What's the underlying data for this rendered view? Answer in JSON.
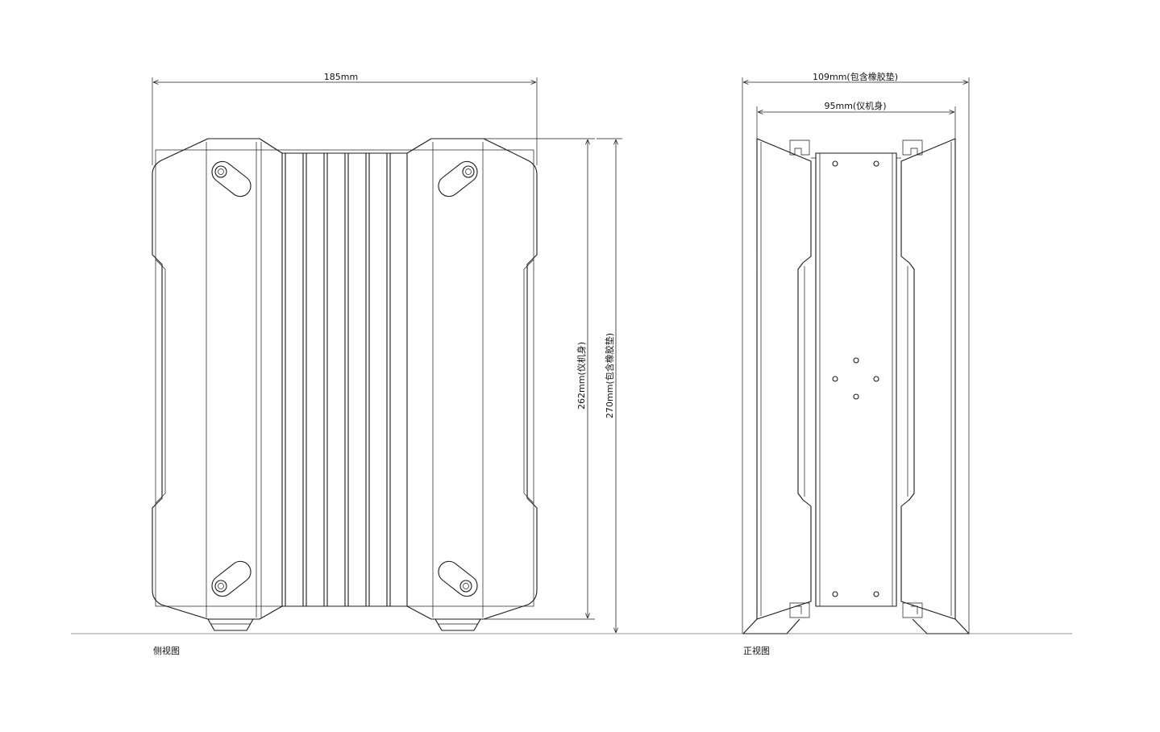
{
  "side_view": {
    "width_label": "185mm",
    "caption": "侧视图",
    "height_body_label": "262mm(仪机身)",
    "height_total_label": "270mm(包含橡胶垫)"
  },
  "front_view": {
    "outer_width_label": "109mm(包含橡胶垫)",
    "body_width_label": "95mm(仪机身)",
    "caption": "正视图"
  },
  "colors": {
    "line": "#1a1a1a",
    "ground": "#9a9a9a",
    "background": "#ffffff"
  }
}
